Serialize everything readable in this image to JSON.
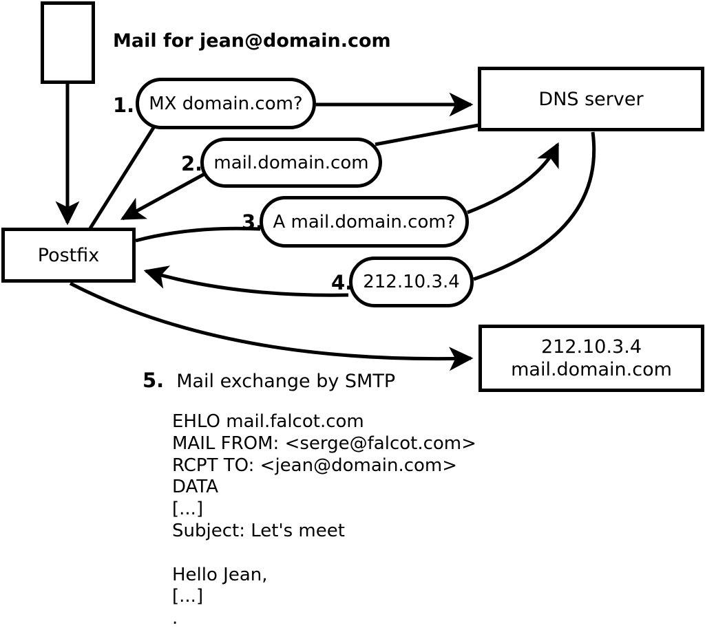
{
  "title": "Mail for jean@domain.com",
  "nodes": {
    "postfix": "Postfix",
    "dns": "DNS server",
    "mailserver_line1": "212.10.3.4",
    "mailserver_line2": "mail.domain.com"
  },
  "steps": [
    {
      "number": "1.",
      "label": "MX domain.com?"
    },
    {
      "number": "2.",
      "label": "mail.domain.com"
    },
    {
      "number": "3.",
      "label": "A mail.domain.com?"
    },
    {
      "number": "4.",
      "label": "212.10.3.4"
    },
    {
      "number": "5.",
      "label": "Mail exchange by SMTP"
    }
  ],
  "smtp_transcript": "EHLO mail.falcot.com\nMAIL FROM: <serge@falcot.com>\nRCPT TO: <jean@domain.com>\nDATA\n[...]\nSubject: Let's meet\n\nHello Jean,\n[...]\n.",
  "colors": {
    "ink": "#000000",
    "background": "#ffffff"
  }
}
